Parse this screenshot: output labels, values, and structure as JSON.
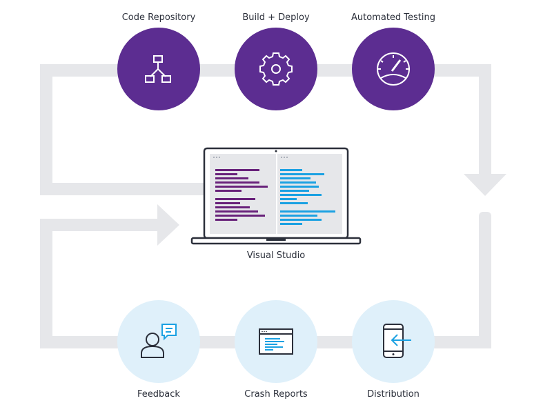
{
  "nodes": {
    "code_repository": {
      "label": "Code Repository",
      "icon": "branch-icon"
    },
    "build_deploy": {
      "label": "Build + Deploy",
      "icon": "gear-icon"
    },
    "automated_testing": {
      "label": "Automated Testing",
      "icon": "speedometer-icon"
    },
    "visual_studio": {
      "label": "Visual Studio",
      "icon": "laptop-icon"
    },
    "feedback": {
      "label": "Feedback",
      "icon": "user-chat-icon"
    },
    "crash_reports": {
      "label": "Crash Reports",
      "icon": "browser-window-icon"
    },
    "distribution": {
      "label": "Distribution",
      "icon": "phone-arrow-icon"
    }
  },
  "colors": {
    "track": "#e6e7ea",
    "top_circle": "#5c2d91",
    "bottom_circle": "#dff0fa",
    "purple_code": "#68217a",
    "blue_code": "#1ba1e2",
    "icon_dark": "#2b2f3a"
  }
}
